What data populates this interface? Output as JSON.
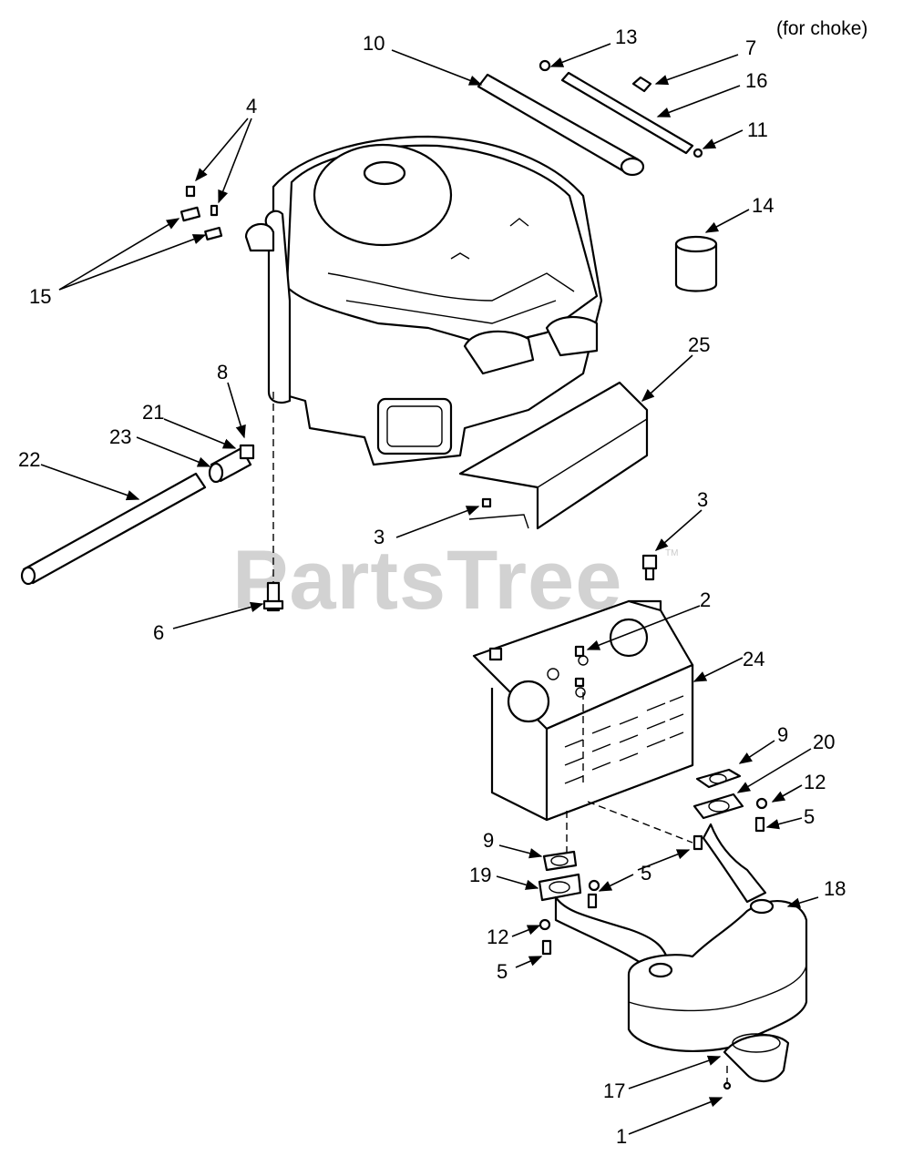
{
  "note": "(for choke)",
  "watermark": "PartsTree",
  "trademark": "TM",
  "callouts": {
    "c10": "10",
    "c13": "13",
    "c7": "7",
    "c16": "16",
    "c11": "11",
    "c14": "14",
    "c4": "4",
    "c15": "15",
    "c25": "25",
    "c8": "8",
    "c21": "21",
    "c23": "23",
    "c22": "22",
    "c3a": "3",
    "c3b": "3",
    "c6": "6",
    "c2": "2",
    "c24": "24",
    "c9a": "9",
    "c20": "20",
    "c12a": "12",
    "c5a": "5",
    "c9b": "9",
    "c19": "19",
    "c5b": "5",
    "c18": "18",
    "c12b": "12",
    "c5c": "5",
    "c17": "17",
    "c1": "1"
  }
}
